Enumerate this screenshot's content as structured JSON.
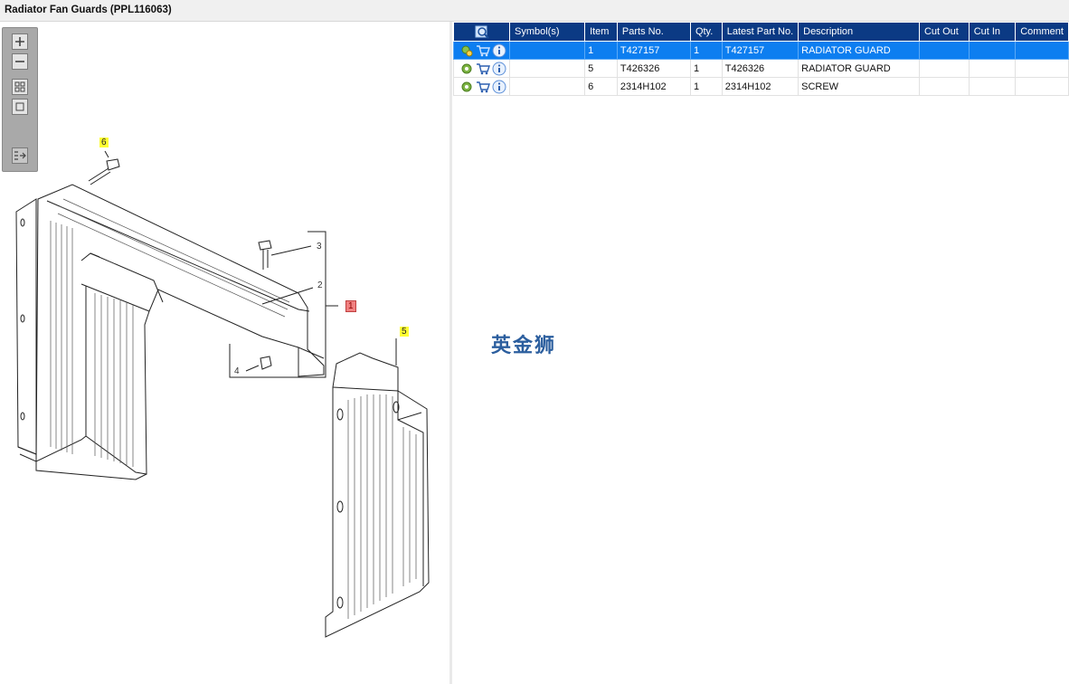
{
  "window": {
    "title": "Radiator Fan Guards (PPL116063)"
  },
  "toolbar": {
    "buttons": [
      {
        "name": "zoom-in-button",
        "icon": "zoom-in-icon"
      },
      {
        "name": "zoom-out-button",
        "icon": "zoom-out-icon"
      },
      {
        "name": "fit-all-button",
        "icon": "fit-all-icon"
      },
      {
        "name": "fit-page-button",
        "icon": "fit-page-icon"
      },
      {
        "name": "toggle-list-button",
        "icon": "list-arrow-icon"
      }
    ]
  },
  "callouts": {
    "c6": "6",
    "c3": "3",
    "c2": "2",
    "c1": "1",
    "c4": "4",
    "c5": "5"
  },
  "table": {
    "columns": [
      "",
      "Symbol(s)",
      "Item",
      "Parts No.",
      "Qty.",
      "Latest Part No.",
      "Description",
      "Cut Out",
      "Cut In",
      "Comment"
    ],
    "rows": [
      {
        "symbols": "",
        "item": "1",
        "parts_no": "T427157",
        "qty": "1",
        "latest_part_no": "T427157",
        "description": "RADIATOR GUARD",
        "cut_out": "",
        "cut_in": "",
        "comment": "",
        "selected": true
      },
      {
        "symbols": "",
        "item": "5",
        "parts_no": "T426326",
        "qty": "1",
        "latest_part_no": "T426326",
        "description": "RADIATOR GUARD",
        "cut_out": "",
        "cut_in": "",
        "comment": "",
        "selected": false
      },
      {
        "symbols": "",
        "item": "6",
        "parts_no": "2314H102",
        "qty": "1",
        "latest_part_no": "2314H102",
        "description": "SCREW",
        "cut_out": "",
        "cut_in": "",
        "comment": "",
        "selected": false
      }
    ]
  },
  "watermark": "英金狮",
  "colors": {
    "header_bg": "#0b3a84",
    "selected_row": "#0d7ef0",
    "callout_yellow": "#ffff33",
    "callout_red": "#f08080"
  }
}
